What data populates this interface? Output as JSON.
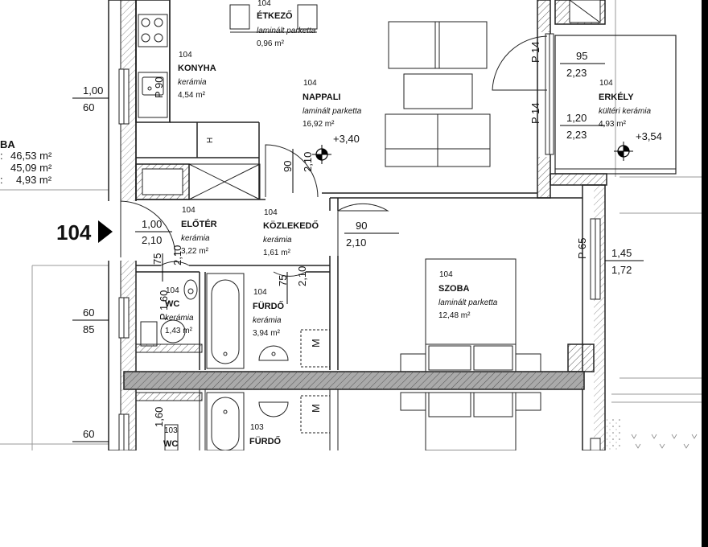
{
  "unit": "104",
  "summary": {
    "label_partial": "BA",
    "rows": [
      {
        "prefix": ":",
        "value": "46,53 m²"
      },
      {
        "prefix": "",
        "value": "45,09 m²"
      },
      {
        "prefix": ":",
        "value": "4,93 m²"
      }
    ]
  },
  "rooms": [
    {
      "key": "etkezo",
      "num": "104",
      "name": "ÉTKEZŐ",
      "floor": "laminált parketta",
      "area": "0,96 m²"
    },
    {
      "key": "konyha",
      "num": "104",
      "name": "KONYHA",
      "floor": "kerámia",
      "area": "4,54 m²"
    },
    {
      "key": "nappali",
      "num": "104",
      "name": "NAPPALI",
      "floor": "laminált parketta",
      "area": "16,92 m²"
    },
    {
      "key": "erkely",
      "num": "104",
      "name": "ERKÉLY",
      "floor": "kültéri kerámia",
      "area": "4,93 m²"
    },
    {
      "key": "eloter",
      "num": "104",
      "name": "ELŐTÉR",
      "floor": "kerámia",
      "area": "3,22 m²"
    },
    {
      "key": "kozlekedo",
      "num": "104",
      "name": "KÖZLEKEDŐ",
      "floor": "kerámia",
      "area": "1,61 m²"
    },
    {
      "key": "wc",
      "num": "104",
      "name": "WC",
      "floor": "kerámia",
      "area": "1,43 m²"
    },
    {
      "key": "furdo",
      "num": "104",
      "name": "FÜRDŐ",
      "floor": "kerámia",
      "area": "3,94 m²"
    },
    {
      "key": "szoba",
      "num": "104",
      "name": "SZOBA",
      "floor": "laminált parketta",
      "area": "12,48 m²"
    },
    {
      "key": "wc103",
      "num": "103",
      "name": "WC"
    },
    {
      "key": "furdo103",
      "num": "103",
      "name": "FÜRDŐ"
    }
  ],
  "levels": [
    "+3,40",
    "+3,54"
  ],
  "dims": {
    "win_left_1": [
      "1,00",
      "60"
    ],
    "win_left_2": [
      "60",
      "85"
    ],
    "win_left_3": "60",
    "door_entry": [
      "1,00",
      "2,10"
    ],
    "door_room": [
      "90",
      "2,10"
    ],
    "door_living": [
      "90",
      "2,10"
    ],
    "door_wc": [
      "75",
      "2,10"
    ],
    "door_bath": [
      "75",
      "2,10"
    ],
    "balcony_upper": [
      "95",
      "2,23"
    ],
    "balcony_lower": [
      "1,20",
      "2,23"
    ],
    "room_window": [
      "1,45",
      "1,72"
    ],
    "p_labels": [
      "P 90",
      "P 14",
      "P 14",
      "P 65",
      "P 1,60",
      "1,60"
    ]
  },
  "marks": {
    "fridge": "H",
    "machine": "M"
  }
}
